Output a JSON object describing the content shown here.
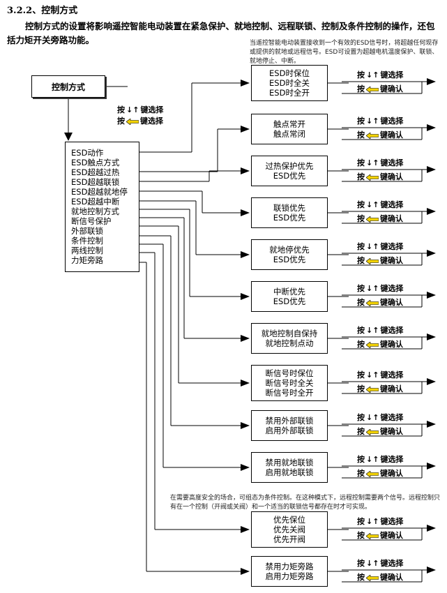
{
  "heading": "3.2.2、控制方式",
  "intro": "控制方式的设置将影响遥控智能电动装置在紧急保护、就地控制、远程联锁、控制及条件控制的操作，还包括力矩开关旁路功能。",
  "note_top": "当遥控智能电动装置接收到一个有效的ESD信号时，将超越任何现存或提供的就地或远程信号。ESD可设置为超越电机温度保护、联锁、就地停止、中断。",
  "note_bottom": "在需要高度安全的场合，可组态为条件控制。在这种模式下，远程控制需要两个信号。远程控制只有在一个控制（开阀或关阀）和一个适当的联锁信号都存在时才可实现。",
  "root_label": "控制方式",
  "root_hint": {
    "line1_prefix": "按",
    "line1_suffix": "键选择",
    "line2_prefix": "按",
    "line2_suffix": "键选择"
  },
  "menu_items": [
    "ESD动作",
    "ESD触点方式",
    "ESD超越过热",
    "ESD超越联锁",
    "ESD超越就地停",
    "ESD超越中断",
    "就地控制方式",
    "断信号保护",
    "外部联锁",
    "条件控制",
    "两线控制",
    "力矩旁路"
  ],
  "options": [
    {
      "lines": [
        "ESD时保位",
        "ESD时全关",
        "ESD时全开"
      ]
    },
    {
      "lines": [
        "触点常开",
        "触点常闭"
      ]
    },
    {
      "lines": [
        "过热保护优先",
        "ESD优先"
      ]
    },
    {
      "lines": [
        "联锁优先",
        "ESD优先"
      ]
    },
    {
      "lines": [
        "就地停优先",
        "ESD优先"
      ]
    },
    {
      "lines": [
        "中断优先",
        "ESD优先"
      ]
    },
    {
      "lines": [
        "就地控制自保持",
        "就地控制点动"
      ]
    },
    {
      "lines": [
        "断信号时保位",
        "断信号时全关",
        "断信号时全开"
      ]
    },
    {
      "lines": [
        "禁用外部联锁",
        "启用外部联锁"
      ]
    },
    {
      "lines": [
        "禁用就地联锁",
        "启用就地联锁"
      ]
    },
    {
      "lines": [
        "优先保位",
        "优先关阀",
        "优先开阀"
      ]
    },
    {
      "lines": [
        "禁用力矩旁路",
        "启用力矩旁路"
      ]
    }
  ],
  "key_hint": {
    "select_prefix": "按",
    "select_suffix": "键选择",
    "confirm_prefix": "按",
    "confirm_suffix": "键确认"
  },
  "colors": {
    "arrow_key": "#f2d200",
    "line": "#000000"
  }
}
